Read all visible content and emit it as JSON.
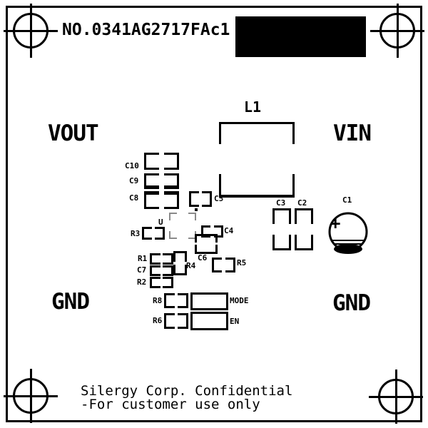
{
  "board_number": "NO.0341AG2717FAc1",
  "terminals": {
    "vout": "VOUT",
    "vin": "VIN",
    "gnd_left": "GND",
    "gnd_right": "GND"
  },
  "components": {
    "l1": "L1",
    "u": "U",
    "c1": "C1",
    "c2": "C2",
    "c3": "C3",
    "c4": "C4",
    "c5": "C5",
    "c6": "C6",
    "c7": "C7",
    "c8": "C8",
    "c9": "C9",
    "c10": "C10",
    "r1": "R1",
    "r2": "R2",
    "r3": "R3",
    "r4": "R4",
    "r5": "R5",
    "r6": "R6",
    "r8": "R8"
  },
  "signals": {
    "mode": "MODE",
    "en": "EN"
  },
  "capacitor_c1": {
    "polarity_mark": "+"
  },
  "footer": {
    "line1": "Silergy Corp. Confidential",
    "line2": "-For customer use only"
  },
  "colors": {
    "silkscreen": "#000000",
    "background": "#ffffff",
    "ic_outline": "#8a8a8a",
    "blackout_box": "#000000"
  }
}
